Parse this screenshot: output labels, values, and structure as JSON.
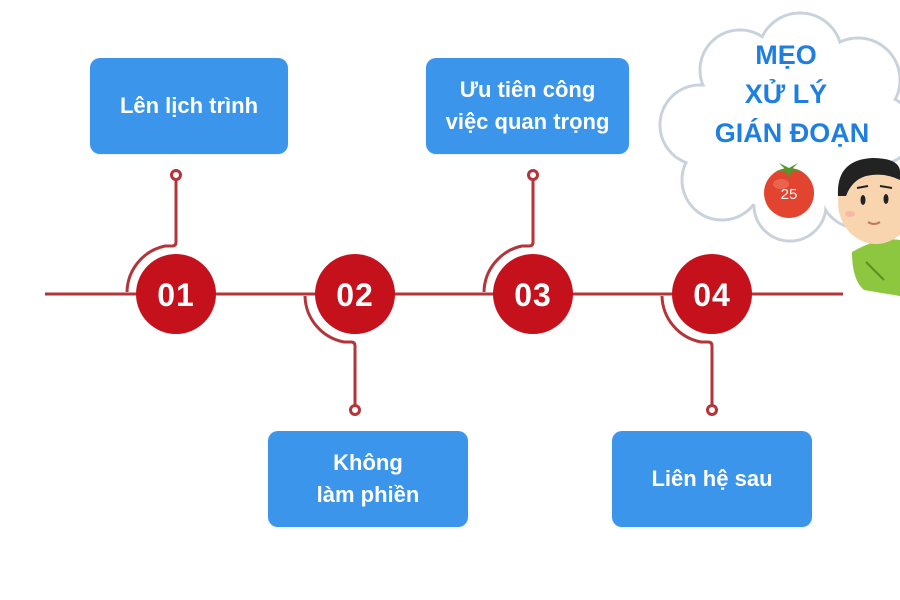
{
  "colors": {
    "accent_red": "#c4111c",
    "line_red": "#b5343a",
    "box_blue": "#3b95ea",
    "title_blue": "#1f7fe0"
  },
  "steps": [
    {
      "number": "01",
      "lines": [
        "Lên lịch trình"
      ]
    },
    {
      "number": "02",
      "lines": [
        "Không",
        "làm phiền"
      ]
    },
    {
      "number": "03",
      "lines": [
        "Ưu tiên công",
        "việc quan trọng"
      ]
    },
    {
      "number": "04",
      "lines": [
        "Liên hệ sau"
      ]
    }
  ],
  "cloud": {
    "title_lines": [
      "MẸO",
      "XỬ LÝ",
      "GIÁN ĐOẠN"
    ],
    "timer_label": "25",
    "icon": "tomato-timer-icon"
  },
  "character": {
    "icon": "person-thinking-icon"
  }
}
